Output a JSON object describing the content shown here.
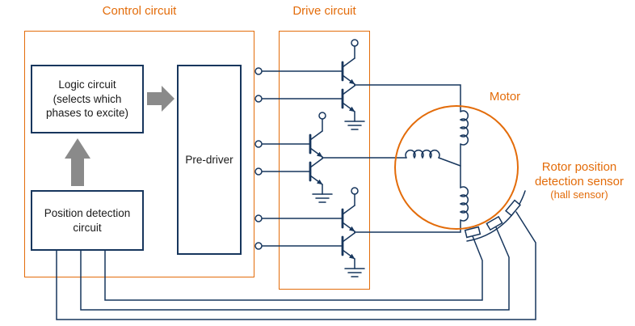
{
  "labels": {
    "control_circuit": "Control circuit",
    "drive_circuit": "Drive circuit",
    "motor": "Motor",
    "rotor_sensor": "Rotor position\ndetection sensor",
    "hall_sensor": "(hall sensor)"
  },
  "blocks": {
    "logic_circuit": "Logic circuit\n(selects which\nphases to excite)",
    "pre_driver": "Pre-driver",
    "position_detection": "Position detection\ncircuit"
  },
  "colors": {
    "accent_orange": "#e36c0a",
    "circuit_navy": "#17365d",
    "arrow_gray": "#8a8a8a"
  }
}
